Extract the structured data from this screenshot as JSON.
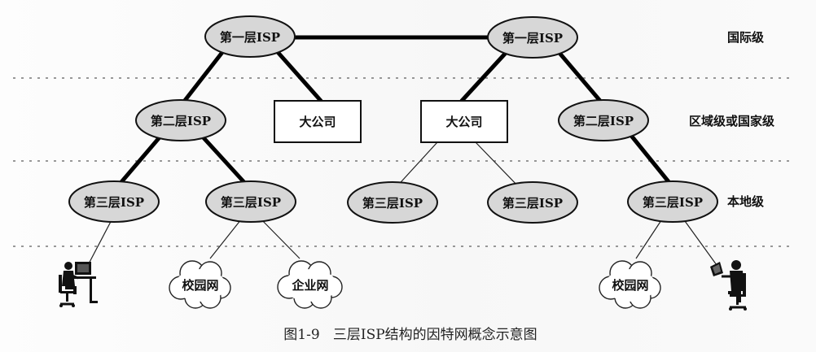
{
  "levels": {
    "international": "国际级",
    "regional": "区域级或国家级",
    "local": "本地级"
  },
  "nodes": {
    "tier1_left": "第一层ISP",
    "tier1_right": "第一层ISP",
    "tier2_left": "第二层ISP",
    "tier2_right": "第二层ISP",
    "company_left": "大公司",
    "company_right": "大公司",
    "tier3_a": "第三层ISP",
    "tier3_b": "第三层ISP",
    "tier3_c": "第三层ISP",
    "tier3_d": "第三层ISP",
    "tier3_e": "第三层ISP"
  },
  "clouds": {
    "campus_left": "校园网",
    "enterprise": "企业网",
    "campus_right": "校园网"
  },
  "icons": {
    "user_left": "computer-user-icon",
    "user_right": "laptop-user-icon"
  },
  "caption": "图1-9   三层ISP结构的因特网概念示意图"
}
